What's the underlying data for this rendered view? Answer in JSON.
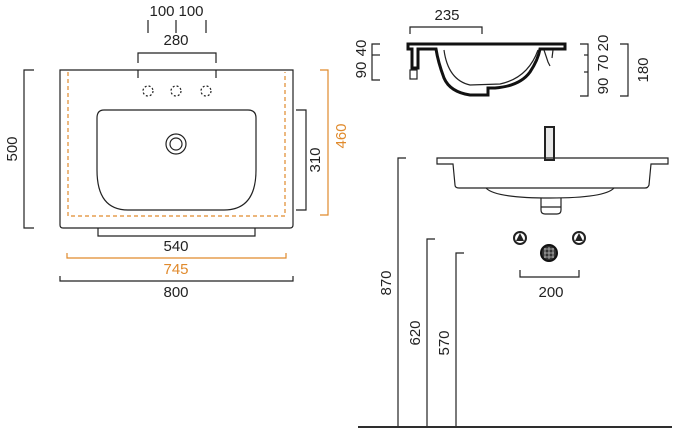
{
  "colors": {
    "line": "#222222",
    "accent": "#e08a2c",
    "background": "#ffffff"
  },
  "icons": {
    "tap-hole": "dashed-circle",
    "drain": "ring",
    "fixing-bolt": "triangle-in-circle",
    "waste-outlet": "grid-circle"
  },
  "top_view": {
    "dims": {
      "hole_left": "100",
      "hole_right": "100",
      "holes_span": "280",
      "depth_total": "500",
      "bowl_depth": "310",
      "inner_depth": "460",
      "bowl_width": "540",
      "inner_width": "745",
      "total_width": "800"
    }
  },
  "section_view": {
    "dims": {
      "bowl_span": "235",
      "left_top": "40",
      "left_bottom": "90",
      "right_a": "20",
      "right_b": "70",
      "right_c": "90",
      "right_total": "180"
    }
  },
  "front_view": {
    "dims": {
      "height_rim": "870",
      "height_bolts": "620",
      "height_outlet": "570",
      "bolt_spacing": "200"
    }
  }
}
